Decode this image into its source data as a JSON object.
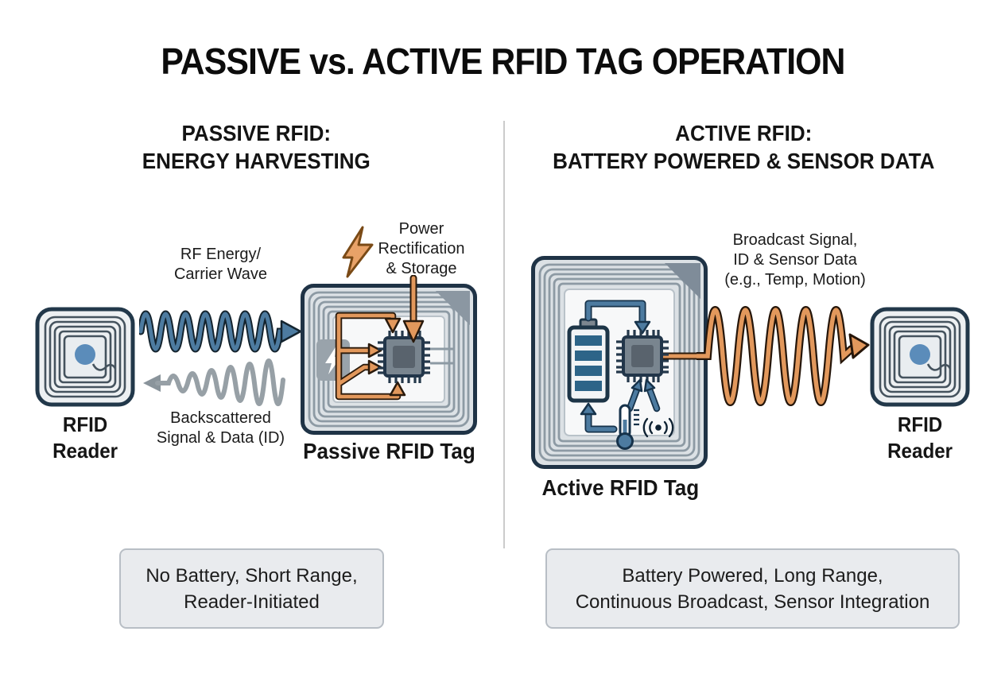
{
  "title": "PASSIVE vs. ACTIVE RFID TAG OPERATION",
  "passive": {
    "header": "PASSIVE RFID:\nENERGY HARVESTING",
    "reader_label": "RFID\nReader",
    "forward_wave_label": "RF Energy/\nCarrier Wave",
    "back_wave_label": "Backscattered\nSignal & Data (ID)",
    "power_label": "Power\nRectification\n& Storage",
    "tag_label": "Passive RFID Tag",
    "summary": "No Battery, Short Range,\nReader-Initiated"
  },
  "active": {
    "header": "ACTIVE RFID:\nBATTERY POWERED & SENSOR DATA",
    "tag_label": "Active RFID Tag",
    "broadcast_label": "Broadcast Signal,\nID & Sensor Data\n(e.g., Temp, Motion)",
    "reader_label": "RFID\nReader",
    "summary": "Battery Powered, Long Range,\nContinuous Broadcast, Sensor Integration"
  },
  "icons": {
    "left_reader": "rfid-reader-icon",
    "right_reader": "rfid-reader-icon",
    "passive_tag": "passive-rfid-tag-icon",
    "active_tag": "active-rfid-tag-icon",
    "lightning": "lightning-bolt-icon",
    "carrier_wave": "rf-carrier-wave-arrow",
    "backscatter_wave": "backscatter-wave-arrow",
    "broadcast_wave": "broadcast-wave-arrow",
    "power_arrow": "power-down-arrow"
  },
  "colors": {
    "steel_blue": "#4d7ba0",
    "dark_navy": "#1f3346",
    "orange": "#e2985c",
    "orange_outline": "#2a1a0c",
    "gray_wave": "#97a0a6",
    "coil_gray": "#8d9aa4",
    "tag_fill": "#dde2e6",
    "inner_fill": "#f7f8f9",
    "box_fill": "#e9ebee",
    "box_border": "#b8bec5",
    "blue_dot": "#5b8cba",
    "battery_stripe": "#2d6488"
  }
}
